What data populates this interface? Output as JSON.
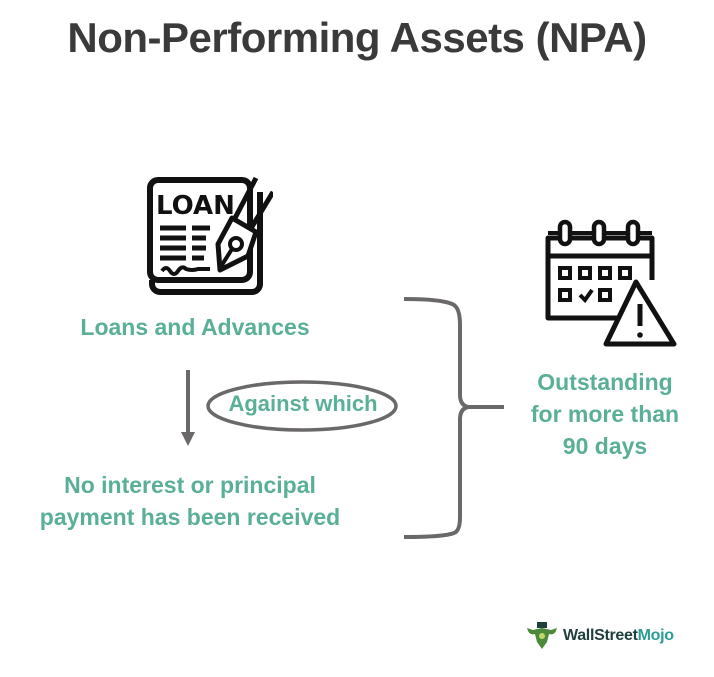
{
  "title": "Non-Performing Assets (NPA)",
  "nodes": {
    "loans": {
      "label": "Loans and Advances",
      "icon": "loan-document-icon",
      "icon_text": "LOAN"
    },
    "connector": {
      "label": "Against which"
    },
    "no_payment": {
      "line1": "No interest or principal",
      "line2": "payment has been received"
    },
    "outstanding": {
      "line1": "Outstanding",
      "line2": "for more than",
      "line3": "90 days",
      "icon": "calendar-warning-icon"
    }
  },
  "branding": {
    "logo_part1": "WallStreet",
    "logo_part2": "Mojo",
    "icon": "wallstreetmojo-bull-icon"
  },
  "colors": {
    "title": "#3a3a3a",
    "accent_teal": "#5aaf98",
    "lines": "#6b6869",
    "icon_stroke": "#111111",
    "logo_dark": "#1f3f3c",
    "logo_teal": "#2a9d96"
  }
}
